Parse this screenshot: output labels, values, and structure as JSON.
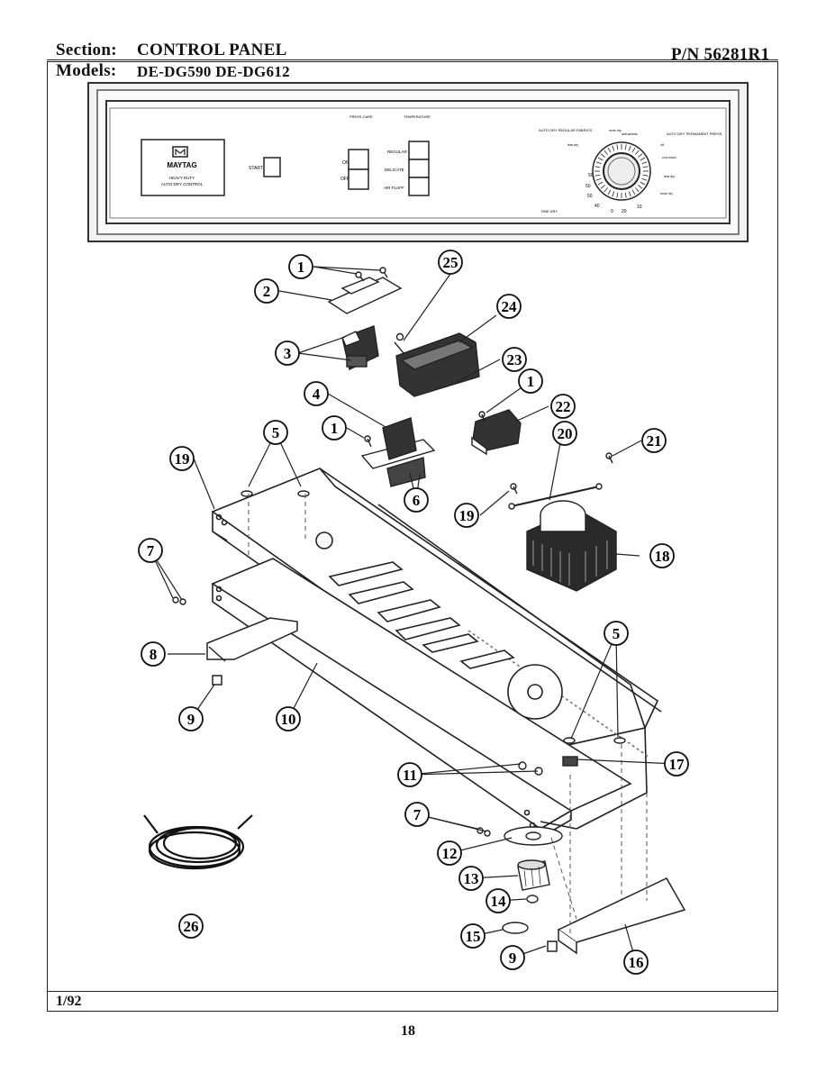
{
  "header": {
    "section_label": "Section:",
    "section_value": "CONTROL PANEL",
    "models_label": "Models:",
    "models_value": "DE-DG590  DE-DG612",
    "part_number": "P/N 56281R1"
  },
  "panel": {
    "press_care": "PRESS CARE",
    "temperature": "TEMPERATURE",
    "brand": "MAYTAG",
    "brand_line1": "HEAVY DUTY",
    "brand_line2": "AUTO DRY CONTROL",
    "start": "START",
    "on": "ON",
    "off": "OFF",
    "regular": "REGULAR",
    "delicate": "DELICATE",
    "air_fluff": "AIR FLUFF",
    "auto_dry_regular": "AUTO DRY REGULAR FABRICS",
    "auto_dry_perm": "AUTO DRY PERMANENT PRESS",
    "time_dry": "TIME DRY",
    "dial_numbers": [
      "60",
      "50",
      "40",
      "30",
      "20",
      "10",
      "0"
    ],
    "dial_words": [
      "more dry",
      "less dry",
      "anti-wrinkle",
      "off",
      "cool down",
      "less dry",
      "more dry"
    ]
  },
  "callouts": [
    "1",
    "25",
    "2",
    "24",
    "3",
    "23",
    "4",
    "1",
    "22",
    "1",
    "5",
    "20",
    "19",
    "6",
    "21",
    "19",
    "18",
    "7",
    "8",
    "5",
    "9",
    "10",
    "11",
    "17",
    "7",
    "12",
    "13",
    "14",
    "26",
    "15",
    "9",
    "16"
  ],
  "footer": {
    "date": "1/92",
    "page": "18"
  }
}
